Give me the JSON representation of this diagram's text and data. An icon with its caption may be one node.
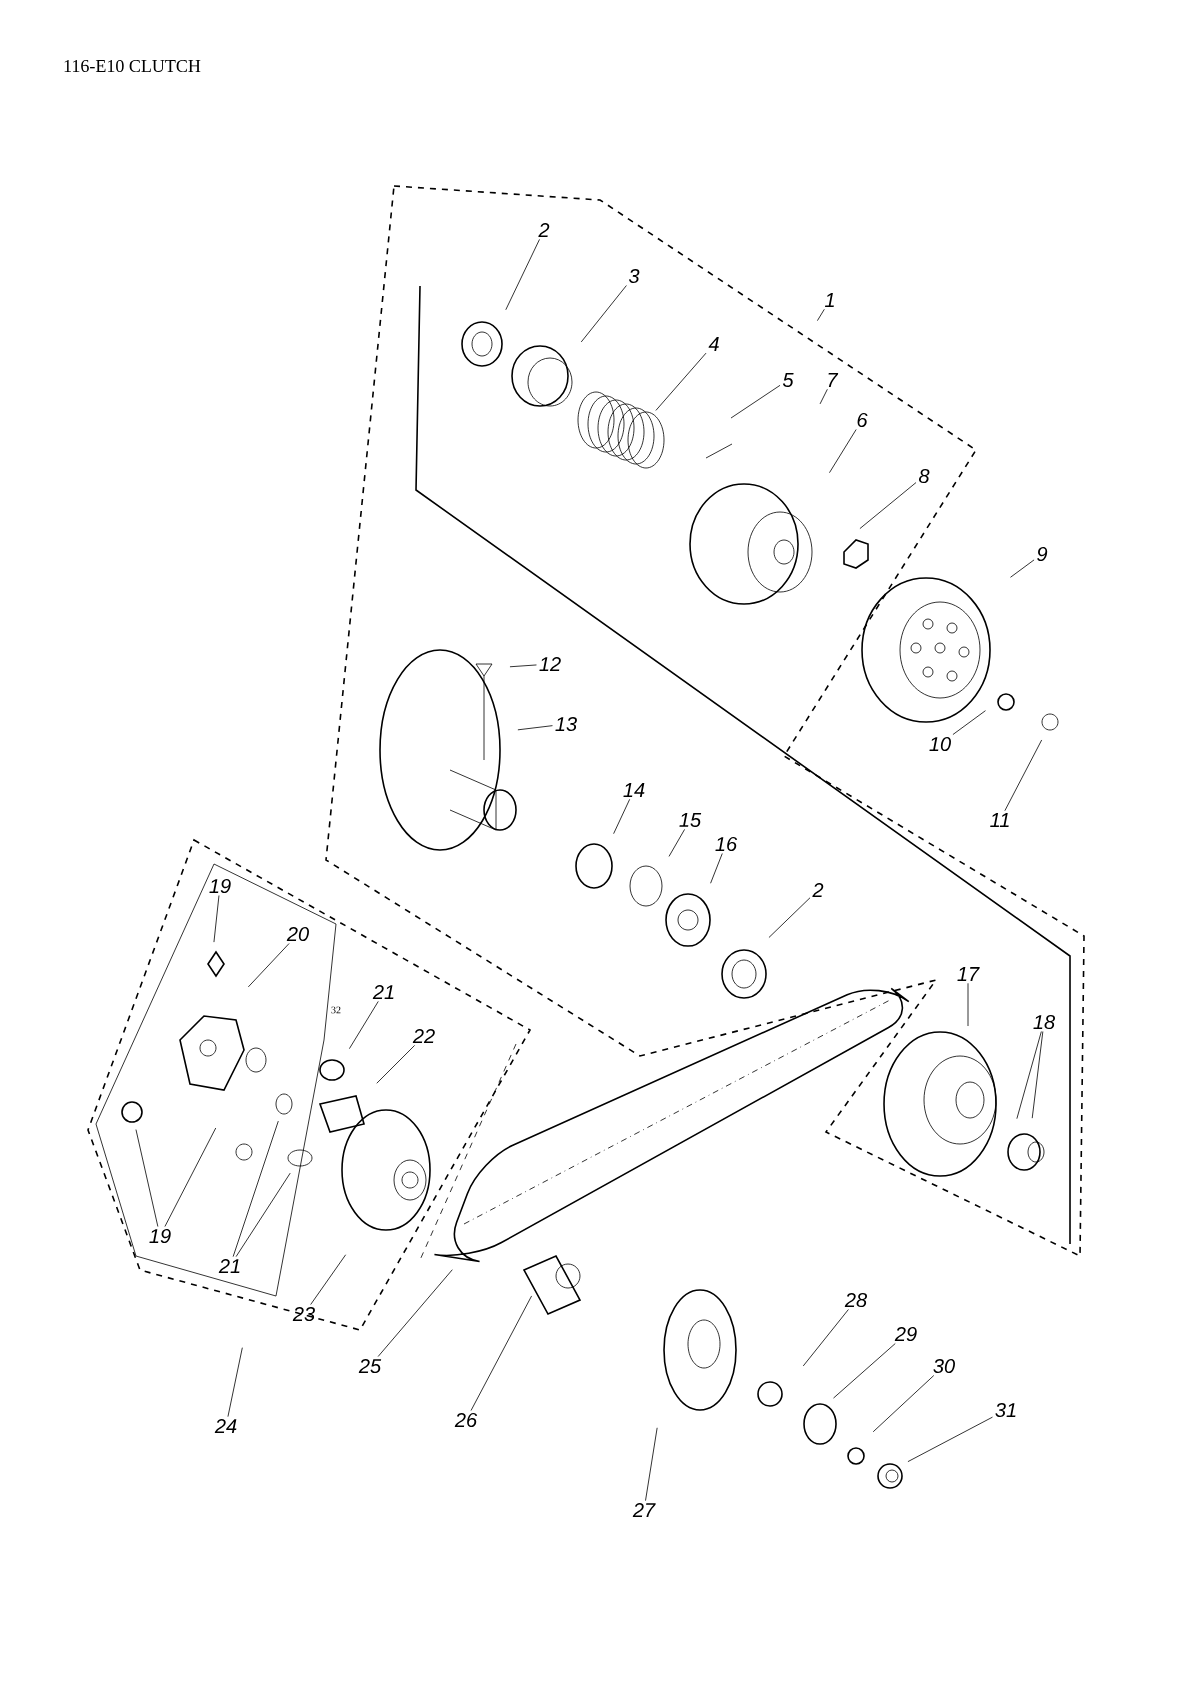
{
  "diagram": {
    "title": "116-E10 CLUTCH",
    "nodes": [
      {
        "text": [
          "1"
        ]
      },
      {
        "text": [
          "2"
        ]
      },
      {
        "text": [
          "3"
        ]
      },
      {
        "text": [
          "4"
        ]
      },
      {
        "text": [
          "5"
        ]
      },
      {
        "text": [
          "7"
        ]
      },
      {
        "text": [
          "6"
        ]
      },
      {
        "text": [
          "8"
        ]
      },
      {
        "text": [
          "9"
        ]
      },
      {
        "text": [
          "12"
        ]
      },
      {
        "text": [
          "13"
        ]
      },
      {
        "text": [
          "10"
        ]
      },
      {
        "text": [
          "11"
        ]
      },
      {
        "text": [
          "14"
        ]
      },
      {
        "text": [
          "15"
        ]
      },
      {
        "text": [
          "16"
        ]
      },
      {
        "text": [
          "2"
        ]
      },
      {
        "text": [
          "19"
        ]
      },
      {
        "text": [
          "20"
        ]
      },
      {
        "text": [
          "21"
        ]
      },
      {
        "text": [
          "17"
        ]
      },
      {
        "text": [
          "22"
        ]
      },
      {
        "text": [
          "18"
        ]
      },
      {
        "text": [
          "19"
        ]
      },
      {
        "text": [
          "21"
        ]
      },
      {
        "text": [
          "23"
        ]
      },
      {
        "text": [
          "25"
        ]
      },
      {
        "text": [
          "24"
        ]
      },
      {
        "text": [
          "26"
        ]
      },
      {
        "text": [
          "28"
        ]
      },
      {
        "text": [
          "29"
        ]
      },
      {
        "text": [
          "30"
        ]
      },
      {
        "text": [
          "31"
        ]
      },
      {
        "text": [
          "27"
        ]
      }
    ],
    "edges": [
      {
        "from": 0,
        "to": null,
        "arrow": "none"
      },
      {
        "from": 1,
        "to": null,
        "arrow": "none"
      },
      {
        "from": 2,
        "to": null,
        "arrow": "none"
      },
      {
        "from": 3,
        "to": null,
        "arrow": "none"
      },
      {
        "from": 4,
        "to": null,
        "arrow": "none"
      },
      {
        "from": 5,
        "to": null,
        "arrow": "none"
      },
      {
        "from": 6,
        "to": null,
        "arrow": "none"
      },
      {
        "from": 7,
        "to": null,
        "arrow": "none"
      },
      {
        "from": 8,
        "to": null,
        "arrow": "none"
      },
      {
        "from": 9,
        "to": null,
        "arrow": "none"
      },
      {
        "from": 10,
        "to": null,
        "arrow": "none"
      },
      {
        "from": 11,
        "to": null,
        "arrow": "none"
      },
      {
        "from": 12,
        "to": null,
        "arrow": "none"
      },
      {
        "from": 13,
        "to": null,
        "arrow": "none"
      },
      {
        "from": 14,
        "to": null,
        "arrow": "none"
      },
      {
        "from": 15,
        "to": null,
        "arrow": "none"
      },
      {
        "from": 16,
        "to": null,
        "arrow": "none"
      },
      {
        "from": 17,
        "to": null,
        "arrow": "none"
      },
      {
        "from": 18,
        "to": null,
        "arrow": "none"
      },
      {
        "from": 19,
        "to": null,
        "arrow": "none"
      },
      {
        "from": 20,
        "to": null,
        "arrow": "none"
      },
      {
        "from": 21,
        "to": null,
        "arrow": "none"
      },
      {
        "from": 22,
        "to": null,
        "arrow": "none"
      },
      {
        "from": 22,
        "to": null,
        "arrow": "none"
      },
      {
        "from": 23,
        "to": null,
        "arrow": "none"
      },
      {
        "from": 23,
        "to": null,
        "arrow": "none"
      },
      {
        "from": 24,
        "to": null,
        "arrow": "none"
      },
      {
        "from": 24,
        "to": null,
        "arrow": "none"
      },
      {
        "from": 25,
        "to": null,
        "arrow": "none"
      },
      {
        "from": 26,
        "to": null,
        "arrow": "none"
      },
      {
        "from": 27,
        "to": null,
        "arrow": "none"
      },
      {
        "from": 28,
        "to": null,
        "arrow": "none"
      },
      {
        "from": 29,
        "to": null,
        "arrow": "none"
      },
      {
        "from": 30,
        "to": null,
        "arrow": "none"
      },
      {
        "from": 31,
        "to": null,
        "arrow": "none"
      },
      {
        "from": 32,
        "to": null,
        "arrow": "none"
      },
      {
        "from": 33,
        "to": null,
        "arrow": "none"
      }
    ],
    "labels": [
      "32"
    ]
  }
}
